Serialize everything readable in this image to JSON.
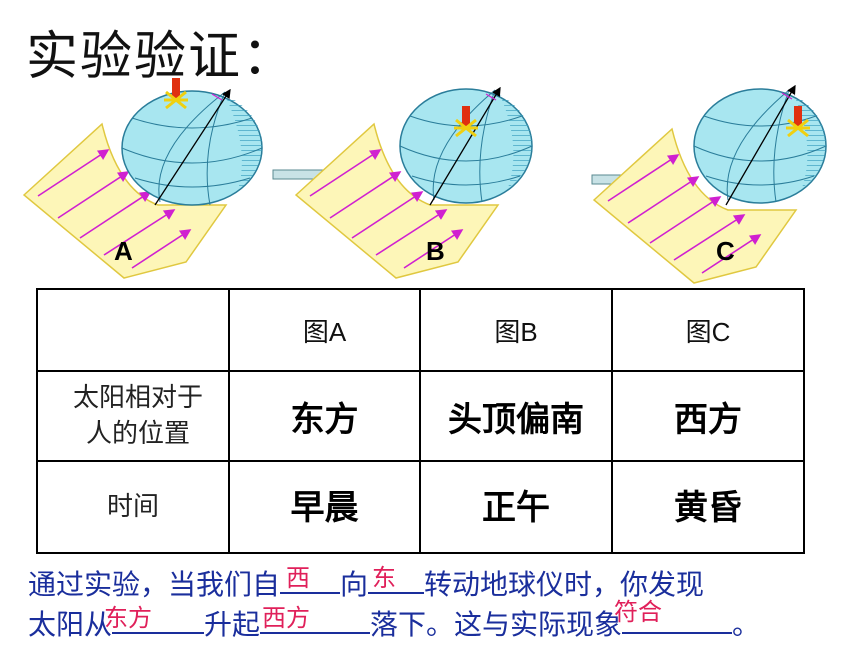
{
  "title": "实验验证：",
  "figures": [
    {
      "label": "A"
    },
    {
      "label": "B"
    },
    {
      "label": "C"
    }
  ],
  "table": {
    "headers": [
      "",
      "图A",
      "图B",
      "图C"
    ],
    "rows": [
      {
        "label_line1": "太阳相对于",
        "label_line2": "人的位置",
        "values": [
          "东方",
          "头顶偏南",
          "西方"
        ]
      },
      {
        "label_line1": "时间",
        "label_line2": "",
        "values": [
          "早晨",
          "正午",
          "黄昏"
        ]
      }
    ]
  },
  "conclusion": {
    "line1_part1": "通过实验，当我们自",
    "blank1": "西",
    "line1_part2": "向",
    "blank2": "东",
    "line1_part3": "转动地球仪时，你发现",
    "line2_part1": "太阳从",
    "blank3": "东方",
    "line2_part2": "升起",
    "blank4": "西方",
    "line2_part3": "落下。这与实际现象",
    "blank5": "符合",
    "line2_part4": "。"
  },
  "colors": {
    "text_blue": "#1a2e9c",
    "answer_pink": "#e0205a",
    "globe": "#a8e6f0",
    "ray_panel": "#fdf6b8",
    "ray": "#d020d0",
    "arrow": "#b8d8dc"
  }
}
